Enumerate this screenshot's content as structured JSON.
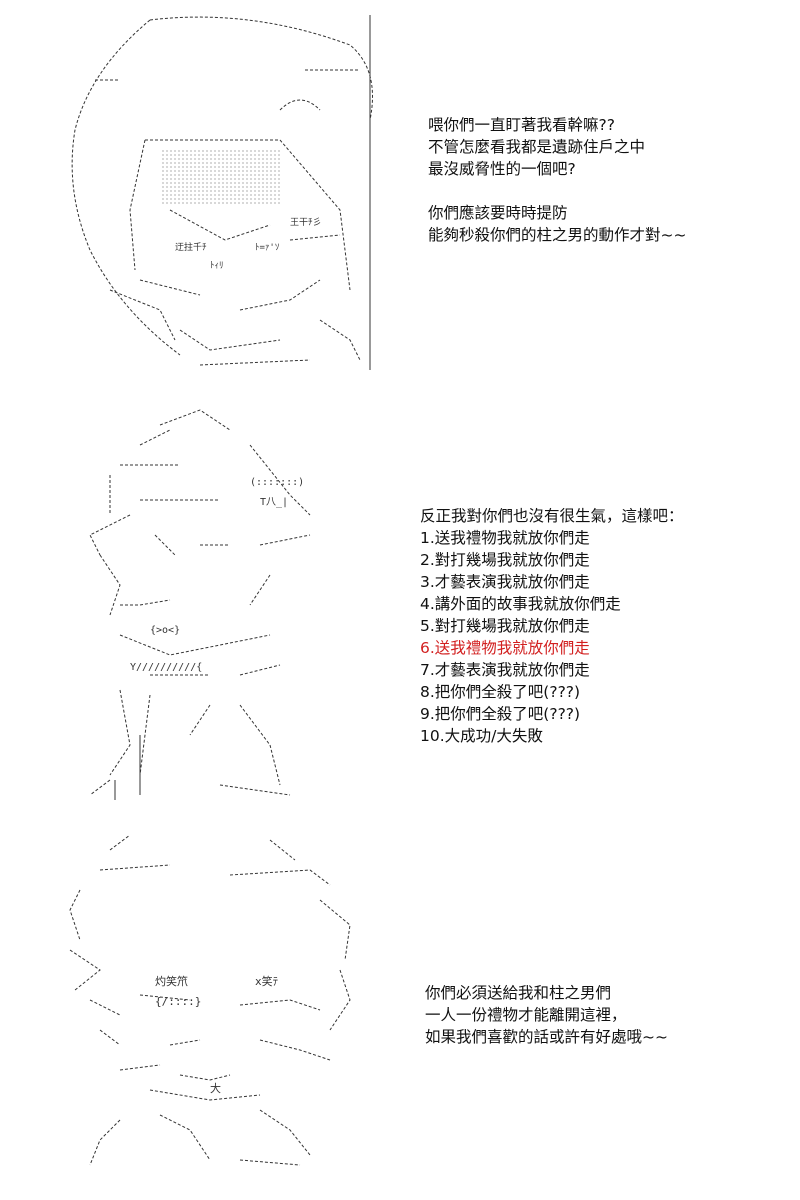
{
  "panels": [
    {
      "art": "hooded-character-ascii-art",
      "lines": [
        "喂你們一直盯著我看幹嘛??",
        "不管怎麼看我都是遺跡住戶之中",
        "最沒威脅性的一個吧?",
        "",
        "你們應該要時時提防",
        "能夠秒殺你們的柱之男的動作才對~~"
      ]
    },
    {
      "art": "cloaked-character-ascii-art",
      "intro": "反正我對你們也沒有很生氣，這樣吧：",
      "options": [
        "1.送我禮物我就放你們走",
        "2.對打幾場我就放你們走",
        "3.才藝表演我就放你們走",
        "4.講外面的故事我就放你們走",
        "5.對打幾場我就放你們走",
        "6.送我禮物我就放你們走",
        "7.才藝表演我就放你們走",
        "8.把你們全殺了吧(???)",
        "9.把你們全殺了吧(???)",
        "10.大成功/大失敗"
      ],
      "highlight_index": 5,
      "highlight_color": "#d21f1f"
    },
    {
      "art": "smiling-character-ascii-art",
      "lines": [
        "你們必須送給我和柱之男們",
        "一人一份禮物才能離開這裡，",
        "如果我們喜歡的話或許有好處哦~~"
      ]
    }
  ],
  "art_labels": {
    "panel1": [
      "王干ﾁ彡",
      "迂拄千ﾁ",
      "ﾄ=ｧ'ｿ",
      "ﾄｨﾘ"
    ],
    "panel2": [
      "(:::::::)",
      "T八_|",
      "{>o<}",
      "Y//////////{"
    ],
    "panel3": [
      "灼笑笊",
      "x笑ﾃ",
      "{/::::}",
      "大"
    ]
  }
}
